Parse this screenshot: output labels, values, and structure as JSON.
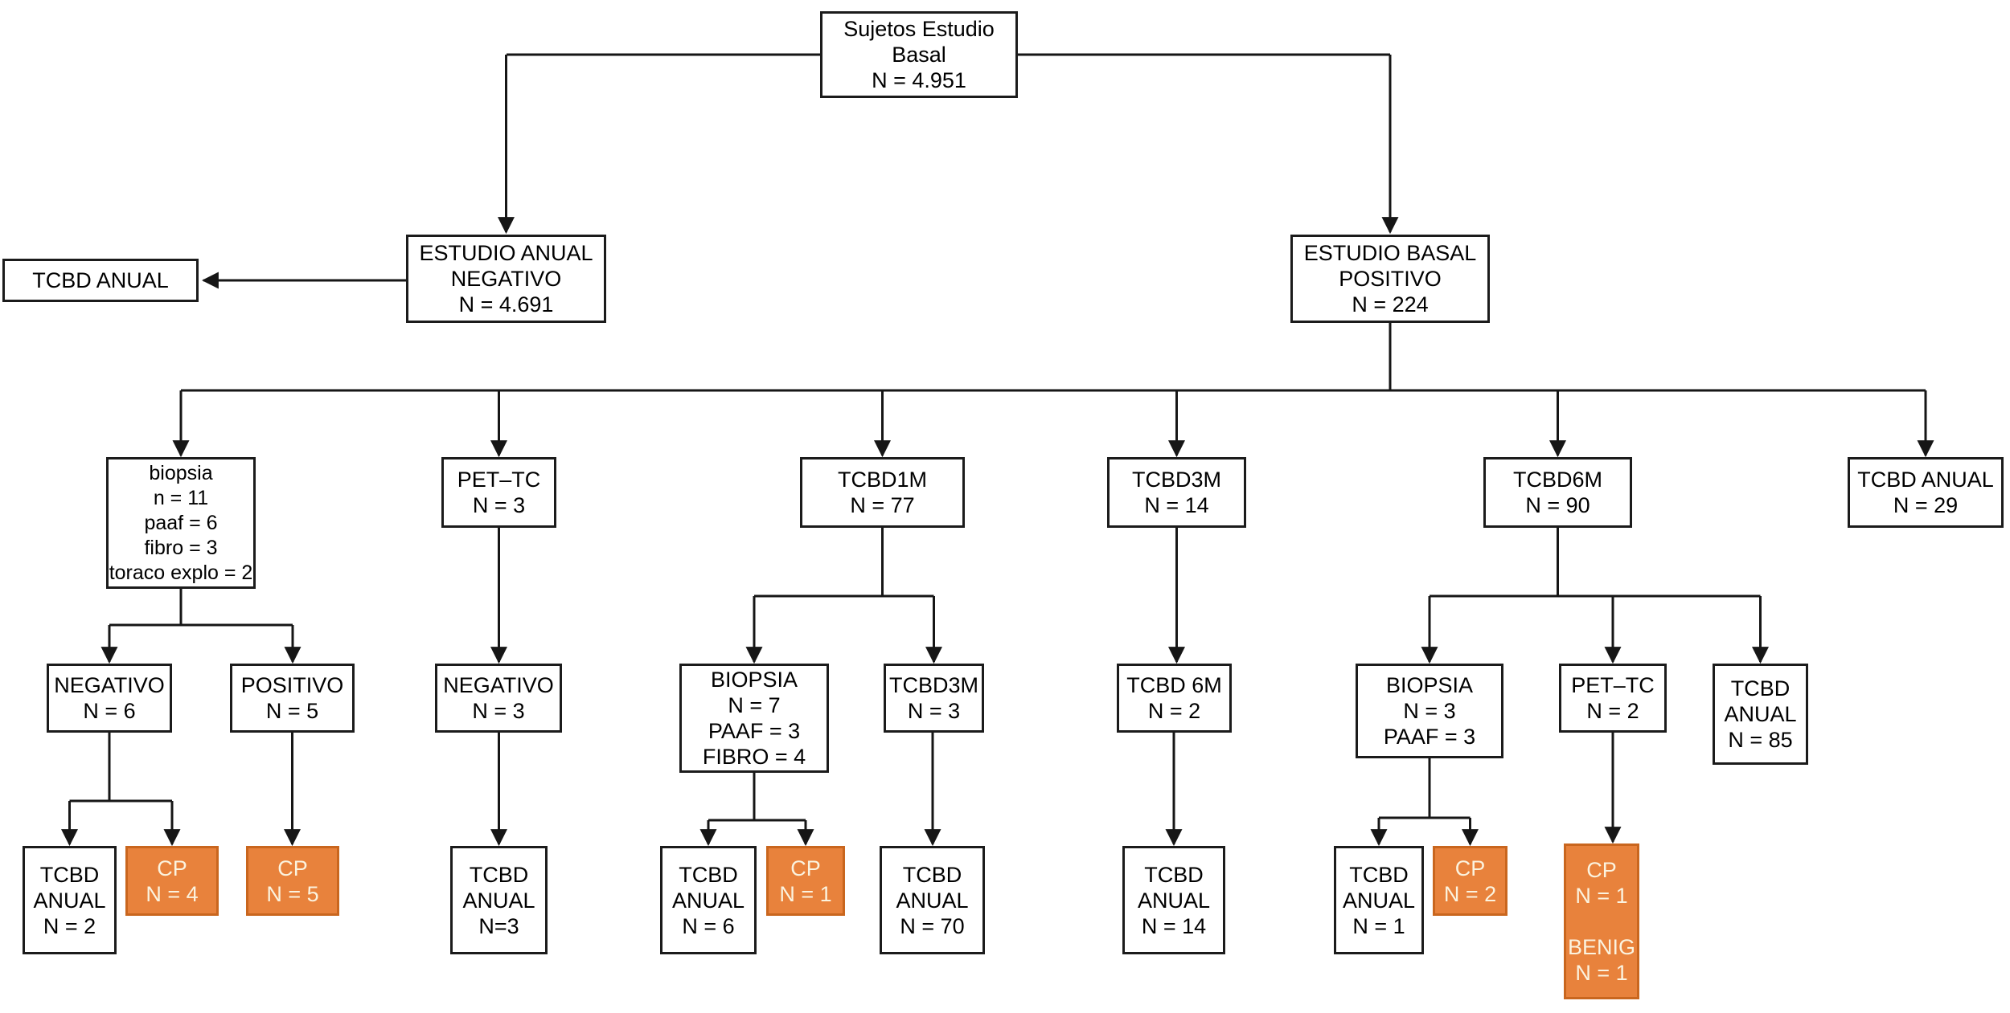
{
  "colors": {
    "background": "#ffffff",
    "node_fill": "#ffffff",
    "node_border": "#1b1b1b",
    "line": "#161616",
    "highlight_fill": "#e8823c",
    "highlight_border": "#c9661e",
    "highlight_text": "#fbf3df"
  },
  "nodes": {
    "root": {
      "label": "Sujetos Estudio\nBasal\nN = 4.951"
    },
    "tcbd_anual_left": {
      "label": "TCBD ANUAL"
    },
    "estudio_anual_negativo": {
      "label": "ESTUDIO ANUAL\nNEGATIVO\nN = 4.691"
    },
    "estudio_basal_positivo": {
      "label": "ESTUDIO BASAL\nPOSITIVO\nN = 224"
    },
    "biopsia": {
      "label": "biopsia\nn = 11\npaaf = 6\nfibro = 3\ntoraco explo = 2"
    },
    "pet_tc_3": {
      "label": "PET–TC\nN = 3"
    },
    "tcbd1m_77": {
      "label": "TCBD1M\nN = 77"
    },
    "tcbd3m_14": {
      "label": "TCBD3M\nN = 14"
    },
    "tcbd6m_90": {
      "label": "TCBD6M\nN = 90"
    },
    "tcbd_anual_29": {
      "label": "TCBD ANUAL\nN = 29"
    },
    "negativo_6": {
      "label": "NEGATIVO\nN = 6"
    },
    "positivo_5": {
      "label": "POSITIVO\nN = 5"
    },
    "negativo_3": {
      "label": "NEGATIVO\nN = 3"
    },
    "biopsia_7": {
      "label": "BIOPSIA\nN = 7\nPAAF = 3\nFIBRO = 4"
    },
    "tcbd3m_3": {
      "label": "TCBD3M\nN = 3"
    },
    "tcbd_6m_2": {
      "label": "TCBD 6M\nN = 2"
    },
    "biopsia_3": {
      "label": "BIOPSIA\nN = 3\nPAAF = 3"
    },
    "pet_tc_2": {
      "label": "PET–TC\nN = 2"
    },
    "tcbd_anual_85": {
      "label": "TCBD\nANUAL\nN = 85"
    },
    "tcbd_anual_2": {
      "label": "TCBD\nANUAL\nN = 2"
    },
    "cp_4": {
      "label": "CP\nN = 4"
    },
    "cp_5": {
      "label": "CP\nN = 5"
    },
    "tcbd_anual_n3": {
      "label": "TCBD\nANUAL\nN=3"
    },
    "tcbd_anual_6": {
      "label": "TCBD\nANUAL\nN = 6"
    },
    "cp_1": {
      "label": "CP\nN = 1"
    },
    "tcbd_anual_70": {
      "label": "TCBD\nANUAL\nN = 70"
    },
    "tcbd_anual_14": {
      "label": "TCBD\nANUAL\nN = 14"
    },
    "tcbd_anual_1": {
      "label": "TCBD\nANUAL\nN = 1"
    },
    "cp_2": {
      "label": "CP\nN = 2"
    },
    "cp_benig": {
      "label": "CP\nN = 1\n\nBENIG\nN = 1"
    }
  }
}
